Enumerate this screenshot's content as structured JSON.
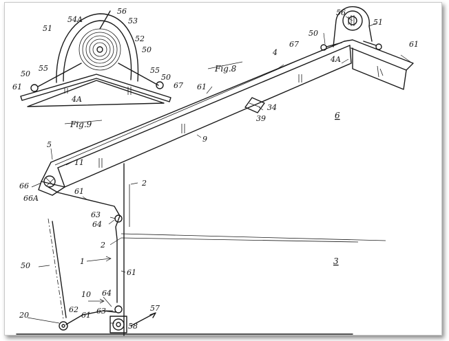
{
  "figures": {
    "fig9_title": "Fig.9",
    "fig8_title": "Fig.8"
  },
  "labels": {
    "l54A": "54A",
    "l56a": "56",
    "l53": "53",
    "l51a": "51",
    "l52": "52",
    "l50a": "50",
    "l50b": "50",
    "l55a": "55",
    "l55b": "55",
    "l61a": "61",
    "l4Aa": "4A",
    "l50c": "50",
    "l67a": "67",
    "l56b": "56",
    "l51b": "51",
    "l50d": "50",
    "l67b": "67",
    "l4Ab": "4A",
    "l61b": "61",
    "l4": "4",
    "l61c": "61",
    "l34": "34",
    "l39": "39",
    "l6": "6",
    "l9": "9",
    "l5": "5",
    "l11": "11",
    "l66": "66",
    "l66A": "66A",
    "l61d": "61",
    "l2a": "2",
    "l63a": "63",
    "l64a": "64",
    "l2b": "2",
    "l1": "1",
    "l61e": "61",
    "l3": "3",
    "l50e": "50",
    "l10": "10",
    "l64b": "64",
    "l63b": "63",
    "l57": "57",
    "l20": "20",
    "l62": "62",
    "l61f": "61",
    "l58": "58"
  }
}
